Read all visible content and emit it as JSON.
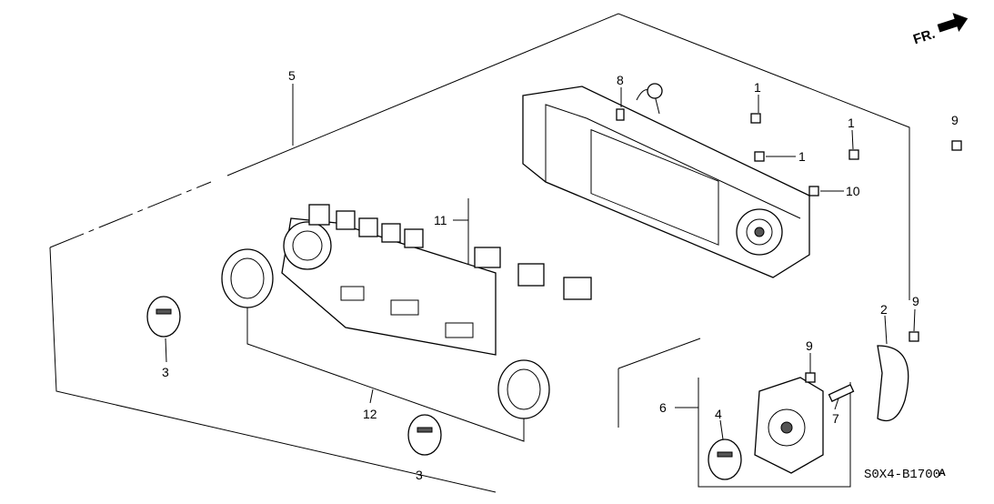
{
  "diagram": {
    "code": "S0X4-B1700",
    "code_suffix": "A",
    "direction_label": "FR.",
    "callouts": [
      {
        "id": "c5",
        "text": "5"
      },
      {
        "id": "c8",
        "text": "8"
      },
      {
        "id": "c1a",
        "text": "1"
      },
      {
        "id": "c1b",
        "text": "1"
      },
      {
        "id": "c1c",
        "text": "1"
      },
      {
        "id": "c9a",
        "text": "9"
      },
      {
        "id": "c10",
        "text": "10"
      },
      {
        "id": "c11",
        "text": "11"
      },
      {
        "id": "c3a",
        "text": "3"
      },
      {
        "id": "c12",
        "text": "12"
      },
      {
        "id": "c3b",
        "text": "3"
      },
      {
        "id": "c2",
        "text": "2"
      },
      {
        "id": "c9b",
        "text": "9"
      },
      {
        "id": "c9c",
        "text": "9"
      },
      {
        "id": "c6",
        "text": "6"
      },
      {
        "id": "c4",
        "text": "4"
      },
      {
        "id": "c7",
        "text": "7"
      }
    ]
  }
}
